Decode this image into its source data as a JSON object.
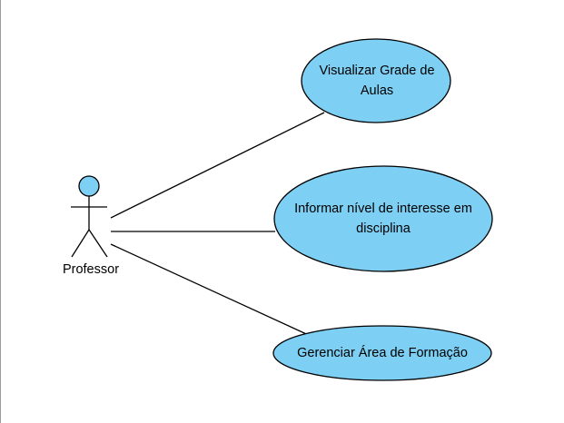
{
  "diagram": {
    "colors": {
      "fill": "#7ecff4",
      "stroke": "#000000",
      "background": "#ffffff"
    },
    "actor": {
      "name": "Professor"
    },
    "use_cases": [
      {
        "label": "Visualizar Grade de Aulas"
      },
      {
        "label": "Informar nível de interesse em disciplina"
      },
      {
        "label": "Gerenciar Área de Formação"
      }
    ]
  }
}
